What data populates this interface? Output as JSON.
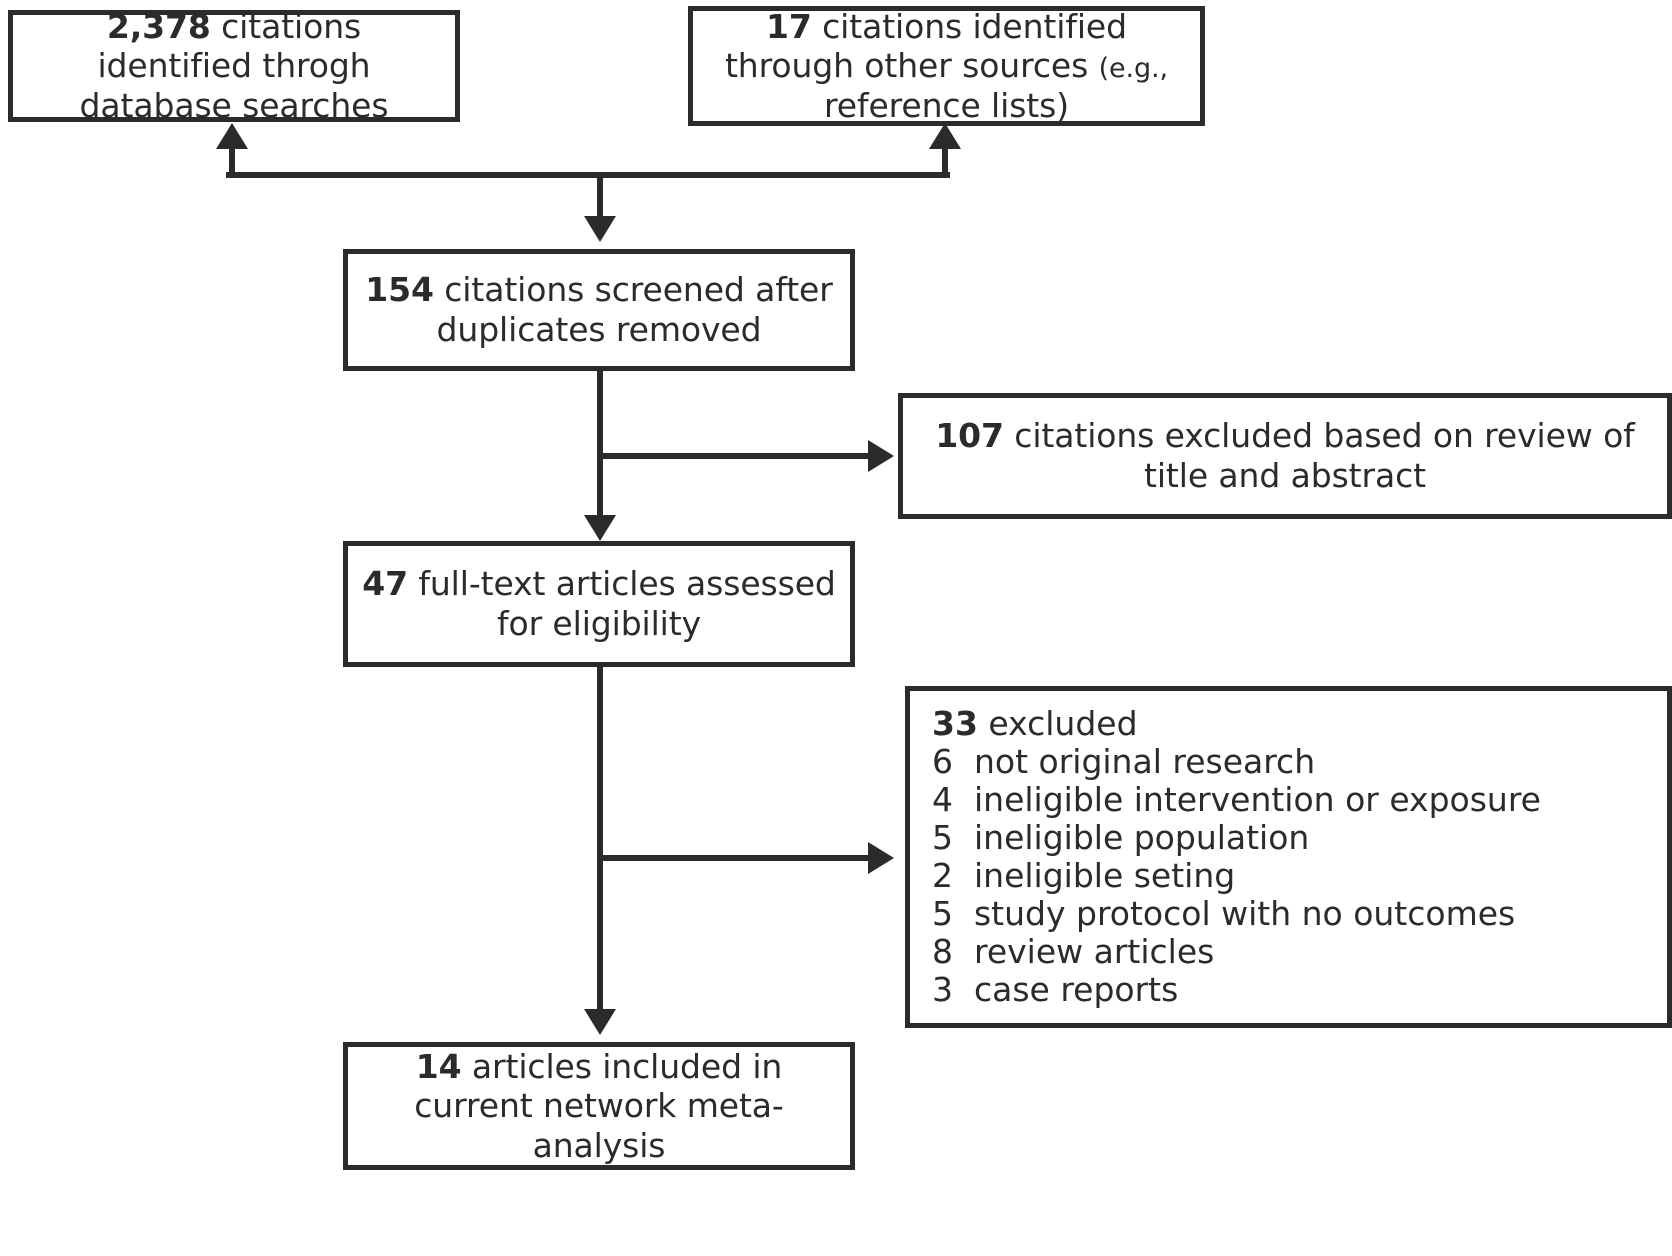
{
  "diagram": {
    "type": "prisma-flow-diagram",
    "title": "PRISMA study selection flow diagram",
    "line_color": "#2b2b2b",
    "background": "#ffffff"
  },
  "boxes": {
    "database_searches": {
      "count": "2,378",
      "text": " citations identified throgh database searches"
    },
    "other_sources": {
      "count": "17",
      "text_before": " citations identified through other sources ",
      "text_small": "(e.g.,",
      "text_after": " reference lists)"
    },
    "screened": {
      "count": "154",
      "text": " citations screened after duplicates removed"
    },
    "excluded_title_abstract": {
      "count": "107",
      "text": " citations excluded based on review of title and abstract"
    },
    "full_text_assessed": {
      "count": "47",
      "text": " full-text articles assessed for eligibility"
    },
    "excluded_full_text": {
      "count": "33",
      "label": " excluded",
      "reasons": [
        {
          "n": "6",
          "text": "not original research"
        },
        {
          "n": "4",
          "text": "ineligible intervention or exposure"
        },
        {
          "n": "5",
          "text": "ineligible population"
        },
        {
          "n": "2",
          "text": "ineligible seting"
        },
        {
          "n": "5",
          "text": "study protocol with no outcomes"
        },
        {
          "n": "8",
          "text": "review articles"
        },
        {
          "n": "3",
          "text": "case reports"
        }
      ]
    },
    "included": {
      "count": "14",
      "text": " articles included in current network meta-analysis"
    }
  }
}
